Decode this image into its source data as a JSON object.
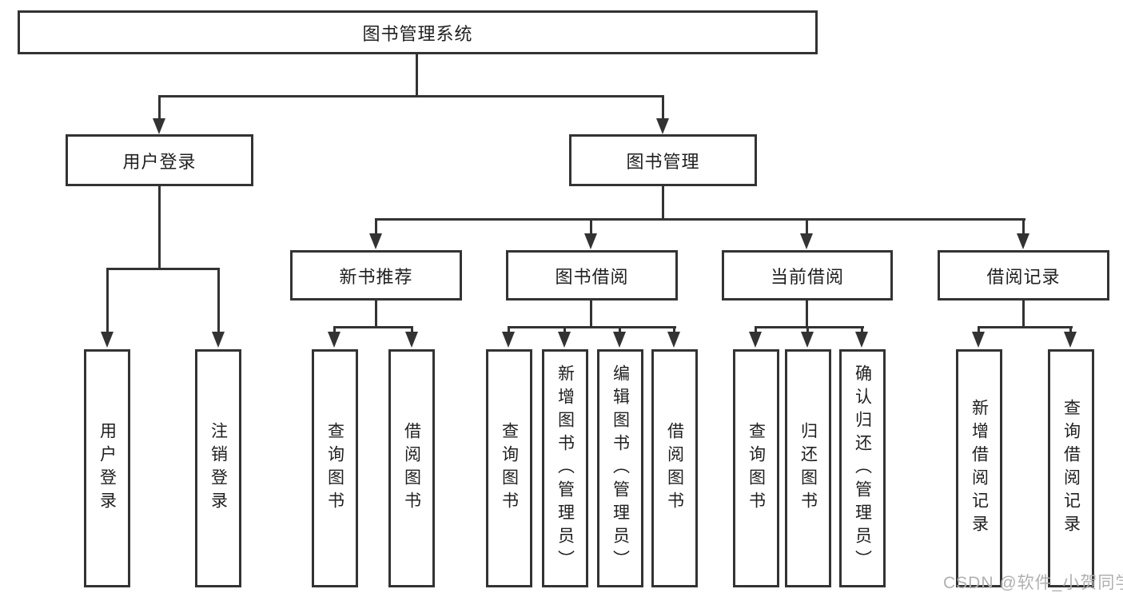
{
  "colors": {
    "line": "#333333",
    "text": "#1f1f1f",
    "background": "#ffffff",
    "watermark": "#b0b0b0"
  },
  "diagram_type": "hierarchy-tree",
  "tree": {
    "label": "图书管理系统",
    "children": [
      {
        "label": "用户登录",
        "children": [
          {
            "label": "用户登录"
          },
          {
            "label": "注销登录"
          }
        ]
      },
      {
        "label": "图书管理",
        "children": [
          {
            "label": "新书推荐",
            "children": [
              {
                "label": "查询图书"
              },
              {
                "label": "借阅图书"
              }
            ]
          },
          {
            "label": "图书借阅",
            "children": [
              {
                "label": "查询图书"
              },
              {
                "label": "新增图书（管理员）"
              },
              {
                "label": "编辑图书（管理员）"
              },
              {
                "label": "借阅图书"
              }
            ]
          },
          {
            "label": "当前借阅",
            "children": [
              {
                "label": "查询图书"
              },
              {
                "label": "归还图书"
              },
              {
                "label": "确认归还（管理员）"
              }
            ]
          },
          {
            "label": "借阅记录",
            "children": [
              {
                "label": "新增借阅记录"
              },
              {
                "label": "查询借阅记录"
              }
            ]
          }
        ]
      }
    ]
  },
  "watermark": {
    "text": "CSDN @软件_小贺同学"
  }
}
